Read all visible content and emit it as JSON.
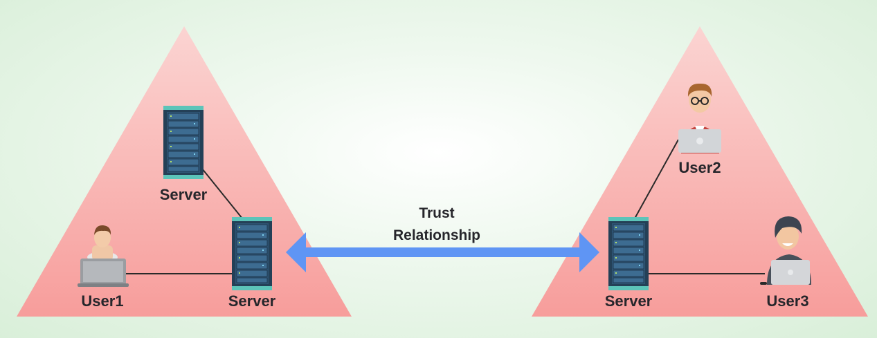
{
  "diagram": {
    "left_domain": {
      "server_top_label": "Server",
      "server_main_label": "Server",
      "user_label": "User1"
    },
    "right_domain": {
      "server_main_label": "Server",
      "user_top_label": "User2",
      "user_bottom_label": "User3"
    },
    "relationship": {
      "line1": "Trust",
      "line2": "Relationship"
    }
  },
  "colors": {
    "triangle_fill": "#f9a0a0",
    "arrow": "#5f95f4",
    "server_body": "#2d4a63",
    "server_trim": "#56c2b8",
    "laptop": "#c7c9cc",
    "connector": "#2a2a2a"
  }
}
